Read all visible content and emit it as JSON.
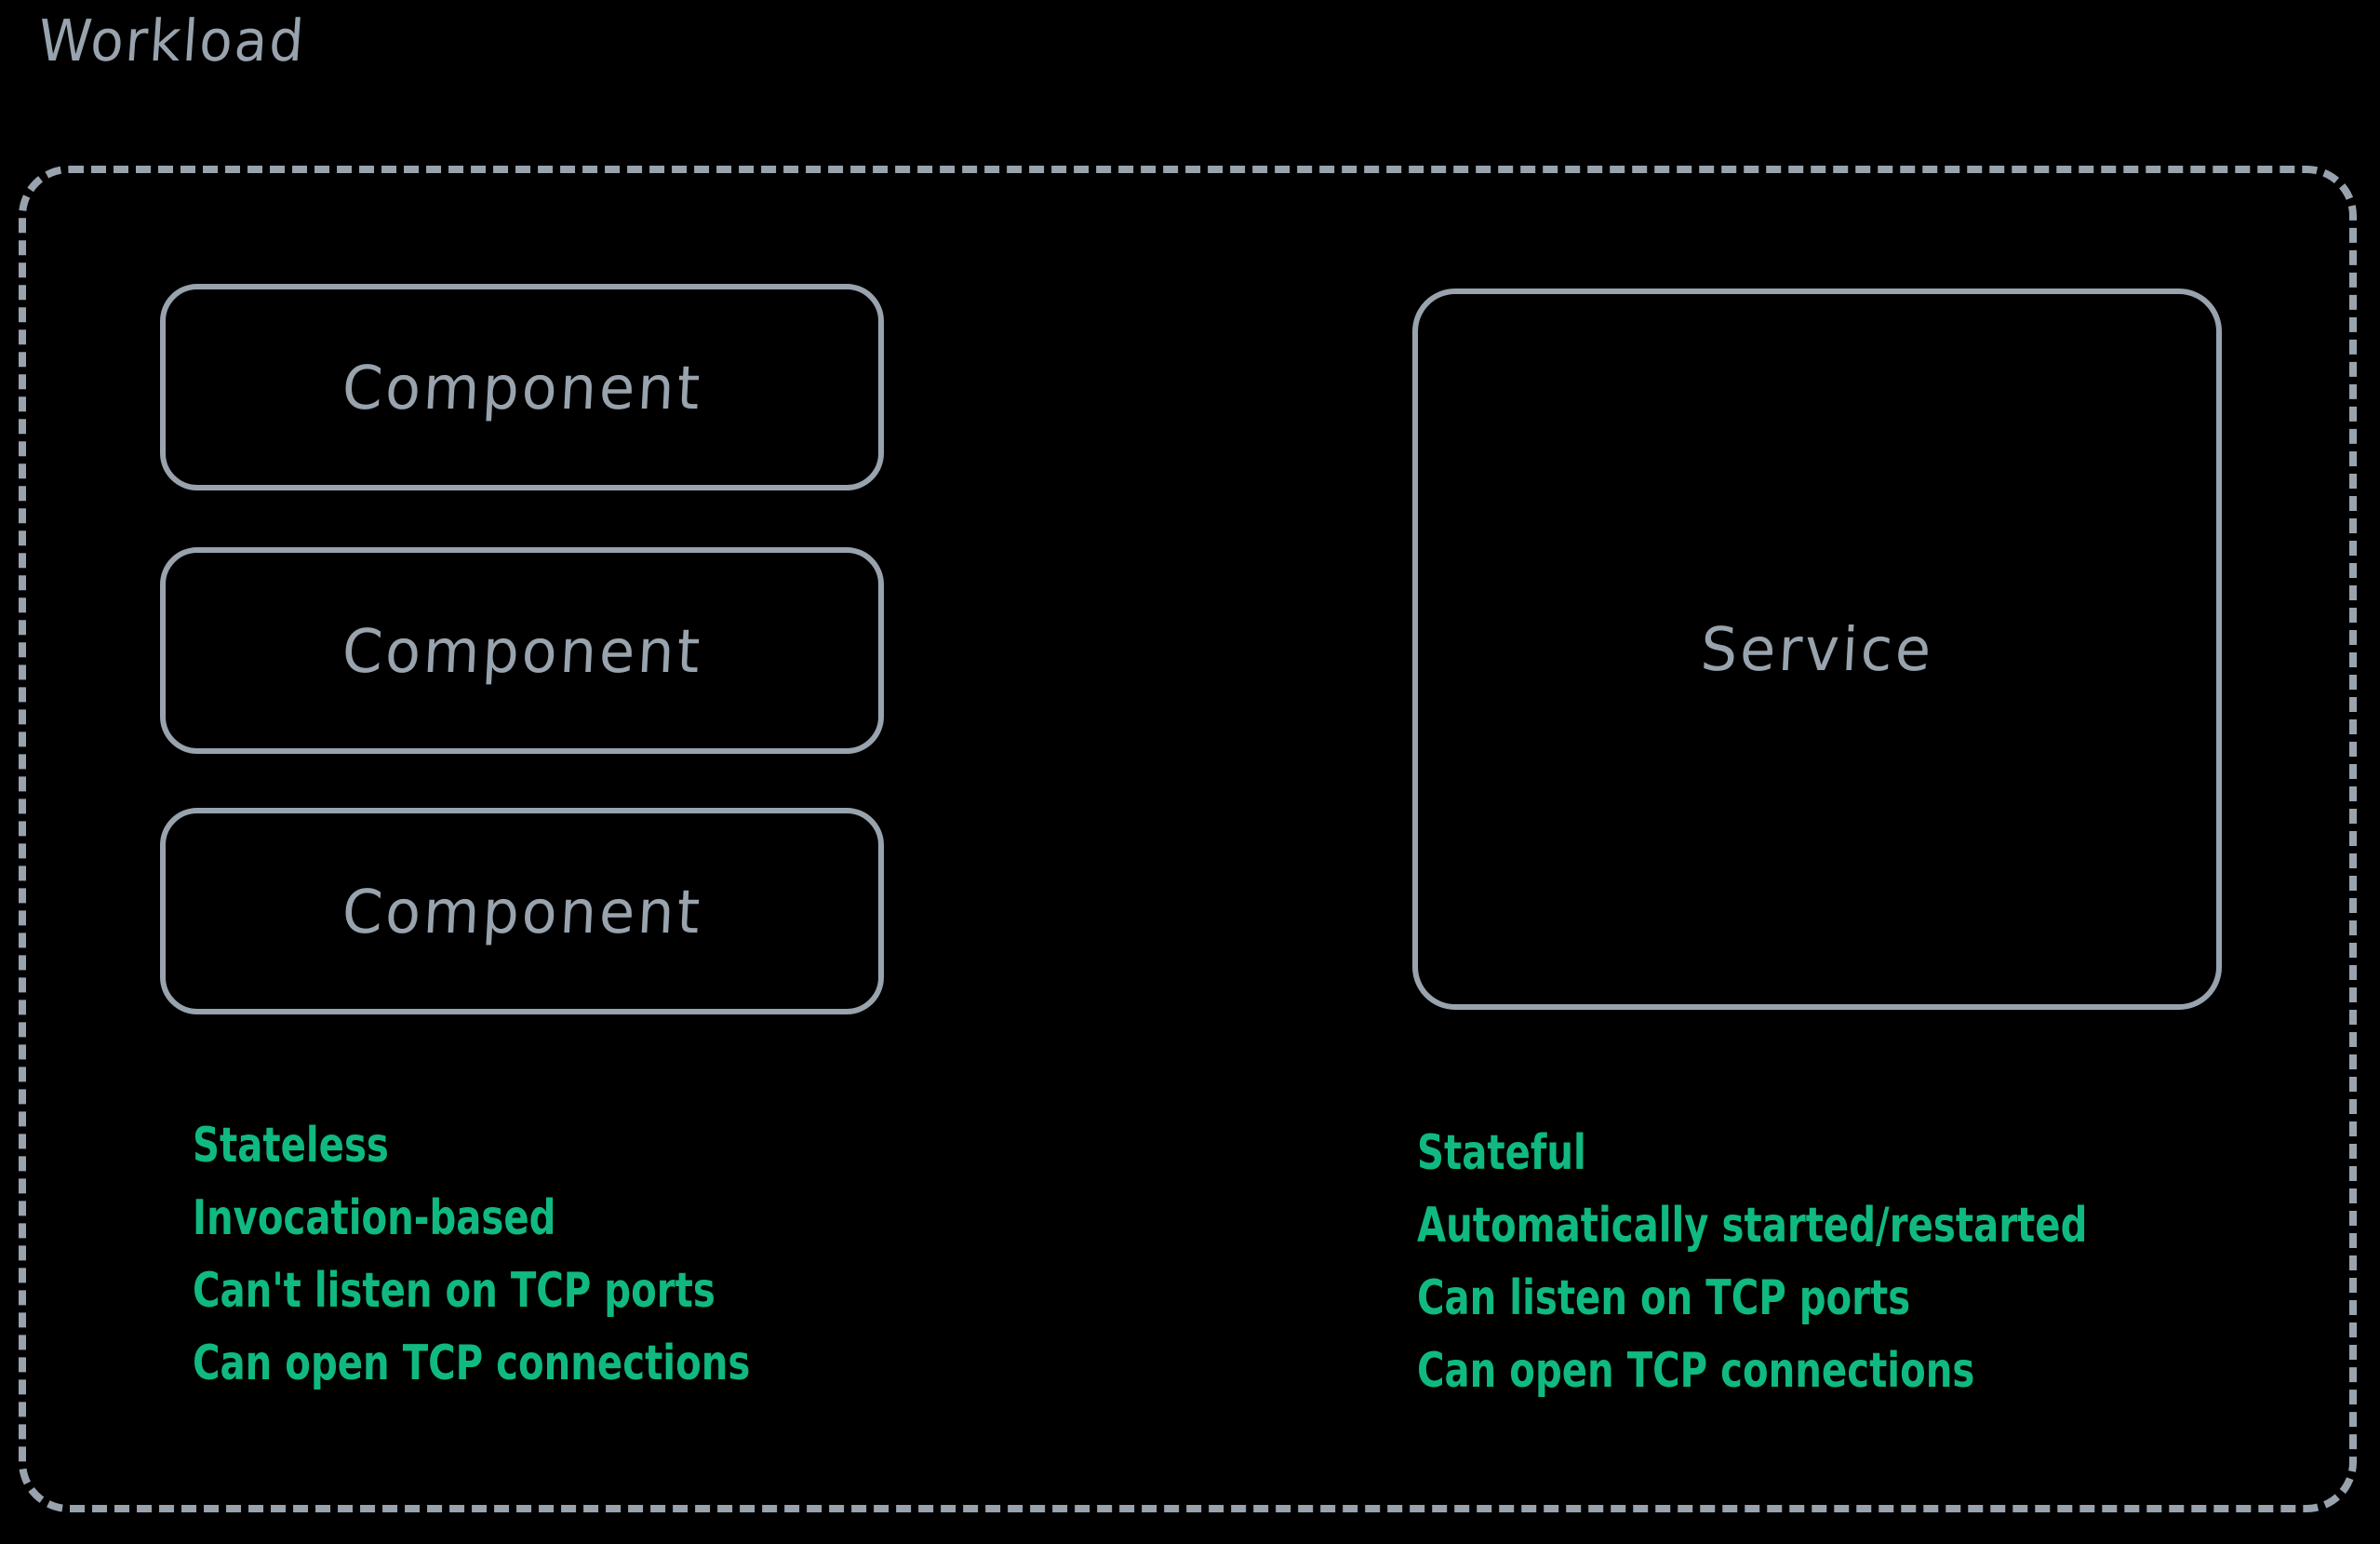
{
  "diagram": {
    "title": "Workload",
    "colors": {
      "background": "#000000",
      "stroke": "#98a3ad",
      "accent_green": "#10b981"
    },
    "container": {
      "label": "Workload",
      "border_style": "dashed"
    },
    "left_group": {
      "boxes": [
        {
          "label": "Component"
        },
        {
          "label": "Component"
        },
        {
          "label": "Component"
        }
      ],
      "attributes": [
        "Stateless",
        "Invocation-based",
        "Can't listen on TCP ports",
        "Can open TCP connections"
      ]
    },
    "right_group": {
      "boxes": [
        {
          "label": "Service"
        }
      ],
      "attributes": [
        "Stateful",
        "Automatically started/restarted",
        "Can listen on TCP ports",
        "Can open TCP connections"
      ]
    }
  }
}
